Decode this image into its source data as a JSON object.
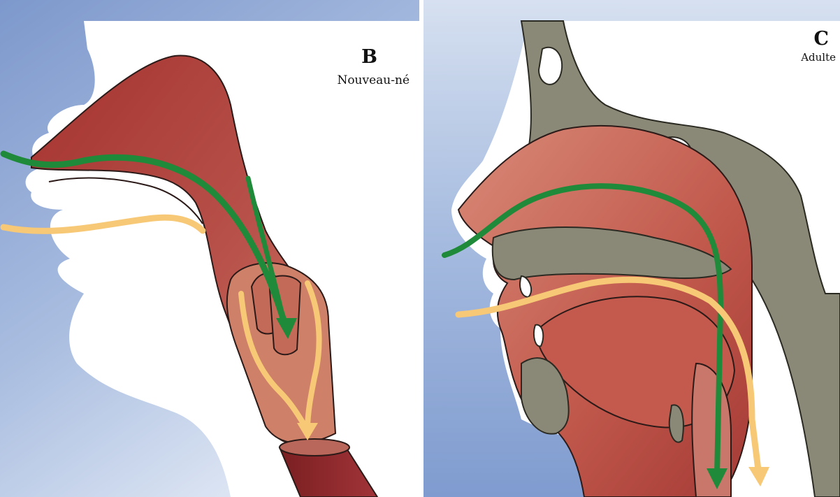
{
  "panel_b": {
    "letter": "B",
    "caption": "Nouveau-né"
  },
  "panel_c": {
    "letter": "C",
    "caption": "Adulte"
  },
  "colors": {
    "background_blue": "#8fa7d2",
    "background_white": "#ffffff",
    "tissue_red": "#b3483f",
    "tissue_light": "#d98a78",
    "bone_gray": "#8a8876",
    "air_flow_green": "#1f8a3a",
    "food_flow_yellow": "#f7c875",
    "outline": "#2b1a18"
  },
  "flows": [
    {
      "name": "green-arrow",
      "color": "#1f8a3a"
    },
    {
      "name": "yellow-arrow",
      "color": "#f7c875"
    }
  ]
}
